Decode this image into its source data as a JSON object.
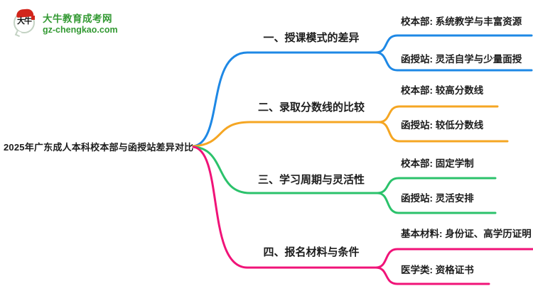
{
  "logo": {
    "icon_text": "大牛",
    "site_name": "大牛教育成考网",
    "site_url": "gz-chengkao.com",
    "brand_green": "#339933",
    "seal_red": "#D2251B"
  },
  "main_topic": "2025年广东成人本科校本部与函授站差异对比",
  "text_color": "#1C1C1C",
  "background_color": "#FFFFFF",
  "branches": [
    {
      "label": "一、授课模式的差异",
      "color": "#1E88E5",
      "children": [
        {
          "label": "校本部: 系统教学与丰富资源"
        },
        {
          "label": "函授站: 灵活自学与少量面授"
        }
      ]
    },
    {
      "label": "二、录取分数线的比较",
      "color": "#F5A623",
      "children": [
        {
          "label": "校本部: 较高分数线"
        },
        {
          "label": "函授站: 较低分数线"
        }
      ]
    },
    {
      "label": "三、学习周期与灵活性",
      "color": "#2BC26B",
      "children": [
        {
          "label": "校本部: 固定学制"
        },
        {
          "label": "函授站: 灵活安排"
        }
      ]
    },
    {
      "label": "四、报名材料与条件",
      "color": "#F01378",
      "children": [
        {
          "label": "基本材料: 身份证、高学历证明"
        },
        {
          "label": "医学类: 资格证书"
        }
      ]
    }
  ]
}
